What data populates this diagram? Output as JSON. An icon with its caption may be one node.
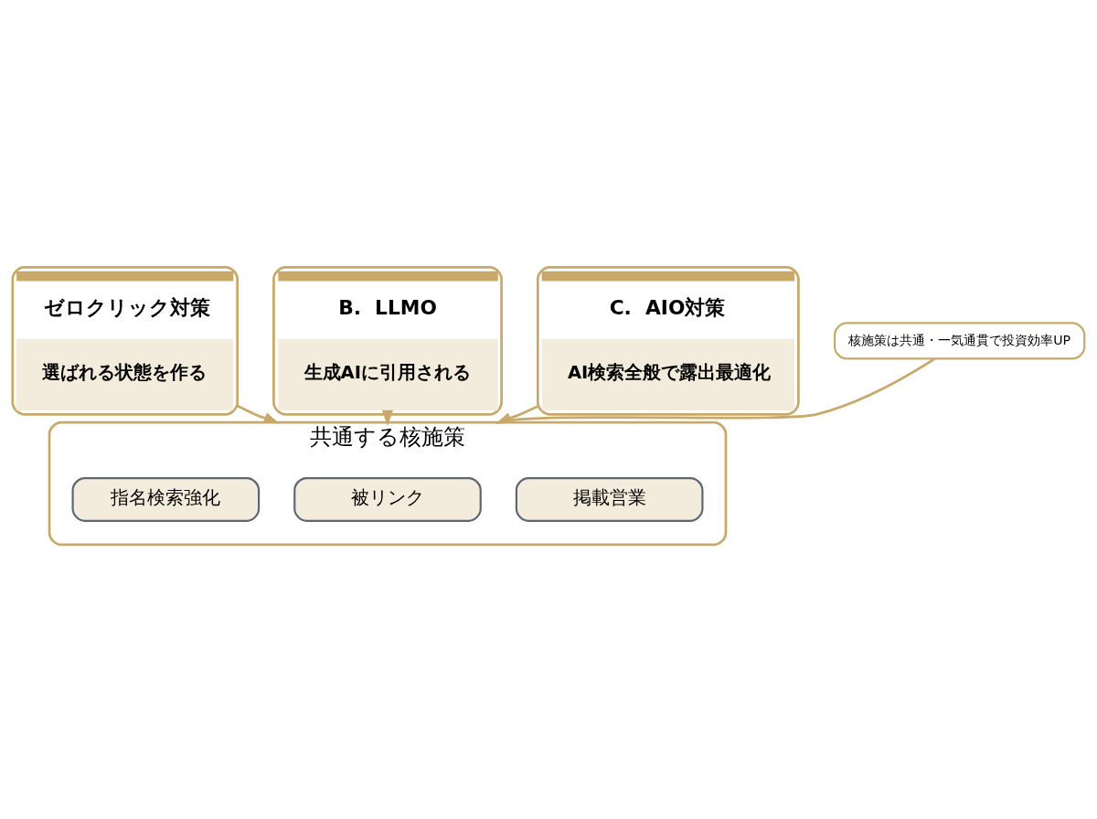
{
  "diagram": {
    "nodes": [
      {
        "text": [
          "ゼロクリック対策",
          "選ばれる状態を作る"
        ]
      },
      {
        "text": [
          "B.  LLMO",
          "生成AIに引用される"
        ]
      },
      {
        "text": [
          "C.  AIO対策",
          "AI検索全般で露出最適化"
        ]
      },
      {
        "text": [
          "共通する核施策"
        ]
      },
      {
        "text": [
          "掲載営業"
        ],
        "in": 3
      },
      {
        "text": [
          "被リンク"
        ],
        "in": 3
      },
      {
        "text": [
          "指名検索強化"
        ],
        "in": 3
      },
      {
        "text": [
          "核施策は共通・一気通貫で投資効率UP"
        ]
      }
    ],
    "edges": [
      {
        "from": 0,
        "to": 3,
        "arrow": "to"
      },
      {
        "from": 1,
        "to": 3,
        "arrow": "to"
      },
      {
        "from": 2,
        "to": 3,
        "arrow": "to"
      },
      {
        "from": 7,
        "to": 3,
        "arrow": "none"
      }
    ]
  }
}
